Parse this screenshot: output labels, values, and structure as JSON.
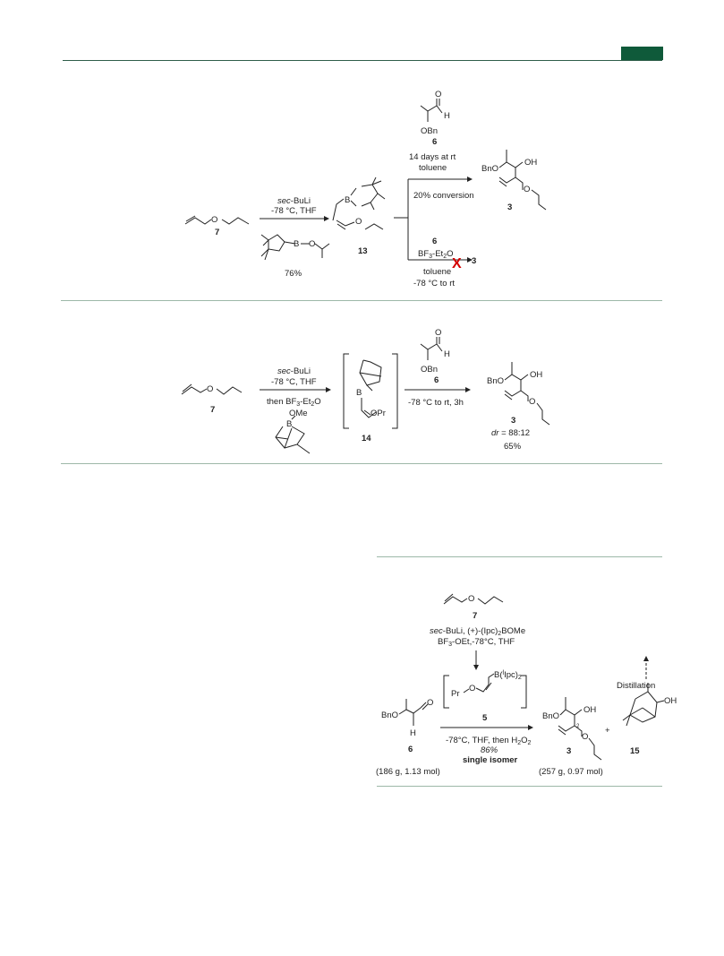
{
  "header": {
    "accent_color": "#0f5a3a",
    "rule_color": "#2f5e4a"
  },
  "scheme1": {
    "sm_label": "7",
    "reagent_sec": "sec",
    "reagent_buli": "-BuLi",
    "cond_temp": "-78 °C, THF",
    "yield": "76%",
    "intermediate_label": "13",
    "aldehyde_obn": "OBn",
    "aldehyde_label": "6",
    "top_cond_1": "14 days at rt",
    "top_cond_2": "toluene",
    "top_conv": "20% conversion",
    "product_label": "3",
    "product_bno": "BnO",
    "product_oh": "OH",
    "bottom_reagent_label": "6",
    "bottom_bf3": "BF",
    "bottom_bf3_sub": "3",
    "bottom_et2o": "-Et",
    "bottom_et2o_sub": "2",
    "bottom_o": "O",
    "bottom_product_label": "3",
    "bottom_cond_1": "toluene",
    "bottom_cond_2": "-78 °C to rt",
    "fail_mark": "X",
    "fail_color": "#d40000",
    "atom_B": "B",
    "atom_O": "O"
  },
  "scheme2": {
    "sm_label": "7",
    "reagent_sec": "sec",
    "reagent_buli": "-BuLi",
    "cond_temp": "-78 °C, THF",
    "cond_then": "then BF",
    "cond_then_sub": "3",
    "cond_then_end": "-Et",
    "cond_then_sub2": "2",
    "cond_then_o": "O",
    "ome": "OMe",
    "intermediate_label": "14",
    "intermediate_opr": "OPr",
    "aldehyde_obn": "OBn",
    "aldehyde_label": "6",
    "cond_rxn": "-78 °C to rt, 3h",
    "product_label": "3",
    "product_bno": "BnO",
    "product_oh": "OH",
    "dr_label": "dr",
    "dr_value": " = 88:12",
    "yield": "65%",
    "atom_B": "B",
    "atom_H": "H",
    "atom_O": "O"
  },
  "scheme3": {
    "sm_label": "7",
    "reagent_sec": "sec",
    "reagent_rest": "-BuLi, (+)-(Ipc)",
    "reagent_sub": "2",
    "reagent_end": "BOMe",
    "reagent_line2": "BF",
    "reagent_line2_sub": "3",
    "reagent_line2_rest": "-OEt,-78°C, THF",
    "boron_label": "5",
    "boron_pr": "Pr",
    "boron_b": "B(",
    "boron_l": "l",
    "boron_ipc": "Ipc)",
    "boron_sub": "2",
    "aldehyde_bno": "BnO",
    "aldehyde_label": "6",
    "aldehyde_amount": "(186 g, 1.13 mol)",
    "cond_1": "-78°C, THF, then H",
    "cond_1_sub": "2",
    "cond_1_end": "O",
    "cond_1_sub2": "2",
    "yield": "86%",
    "selectivity": "single isomer",
    "product_label": "3",
    "product_bno": "BnO",
    "product_oh": "OH",
    "product_pos": "2",
    "product_amount": "(257 g, 0.97 mol)",
    "plus": "+",
    "byproduct_label": "15",
    "byproduct_oh": "OH",
    "distillation": "Distillation",
    "atom_H": "H",
    "atom_O": "O"
  }
}
